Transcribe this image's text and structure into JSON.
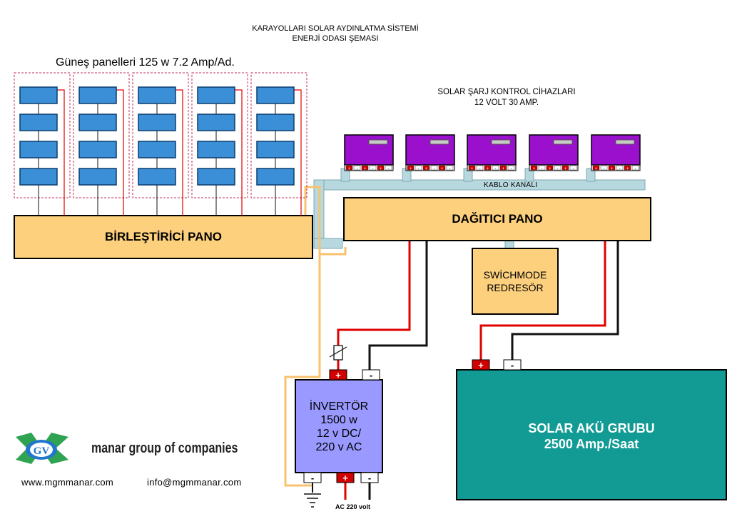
{
  "title": {
    "line1": "KARAYOLLARI SOLAR AYDINLATMA SİSTEMİ",
    "line2": "ENERJİ ODASI ŞEMASI"
  },
  "panels": {
    "label": "Güneş panelleri 125 w 7.2 Amp/Ad.",
    "groups": 5,
    "cells_per_group": 4
  },
  "controllers": {
    "label_line1": "SOLAR ŞARJ KONTROL CİHAZLARI",
    "label_line2": "12 VOLT 30 AMP.",
    "count": 5,
    "terminal_signs": [
      "+",
      "-",
      "+",
      "-",
      "+",
      "-"
    ]
  },
  "cable_channel": {
    "label": "KABLO KANALI"
  },
  "combiner": {
    "label": "BİRLEŞTİRİCİ PANO"
  },
  "distributor": {
    "label": "DAĞITICI PANO"
  },
  "rectifier": {
    "line1": "SWİCHMODE",
    "line2": "REDRESÖR"
  },
  "inverter": {
    "line1": "İNVERTÖR",
    "line2": "1500 w",
    "line3": "12 v DC/",
    "line4": "220 v AC",
    "ac_label": "AC 220 volt"
  },
  "battery": {
    "line1": "SOLAR AKÜ GRUBU",
    "line2": "2500 Amp./Saat"
  },
  "terminals": {
    "plus": "+",
    "minus": "-"
  },
  "company": {
    "name": "manar group of companies",
    "logo_letters": "GV",
    "website": "www.mgmmanar.com",
    "email": "info@mgmmanar.com"
  },
  "colors": {
    "box_fill": "#fdd07e",
    "inverter_fill": "#9999ff",
    "battery_fill": "#119b94",
    "controller_fill": "#9a10cc",
    "cable_channel": "#b7d8de",
    "panel_cell": "#3b8fd6",
    "wire_red": "#e00000",
    "wire_black": "#111111",
    "wire_orange": "#f8c26e",
    "logo_green": "#2fa351",
    "logo_blue": "#2277cc"
  }
}
